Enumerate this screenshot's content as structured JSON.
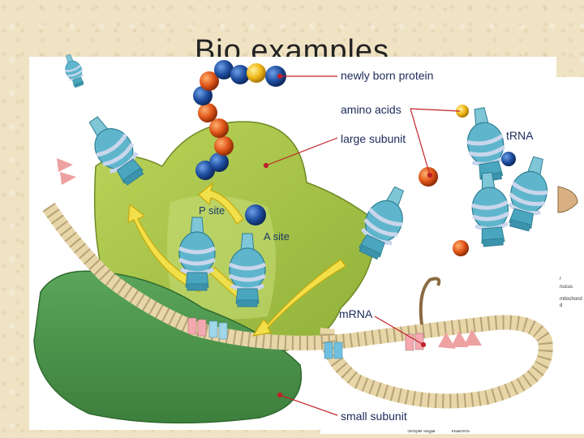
{
  "slide": {
    "title": "Bio examples"
  },
  "diagram": {
    "labels": {
      "newly_born_protein": "newly born protein",
      "amino_acids": "amino acids",
      "large_subunit": "large subunit",
      "trna": "tRNA",
      "p_site": "P site",
      "a_site": "A site",
      "mrna": "mRNA",
      "small_subunit": "small subunit"
    },
    "background_fragments": {
      "frag1": "r",
      "frag2": "nucus",
      "frag3": "mitochond",
      "frag4": "d",
      "simple_sugar": "Simple sugar",
      "vitamins": "Vitamins"
    }
  },
  "colors": {
    "background": "#efe3c4",
    "large_subunit": "#a8c84a",
    "small_subunit": "#4f9a4f",
    "trna": "#5fb6cc",
    "amino_acid_blue": "#1f4fa0",
    "amino_acid_orange": "#e0561a",
    "arrow": "#f2e04a",
    "label_text": "#1c2a5a",
    "leader_line": "#c0202a"
  }
}
